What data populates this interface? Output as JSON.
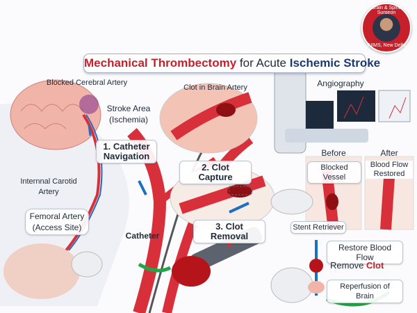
{
  "badge": {
    "top_text": "Brain & Spine Surgeon",
    "bottom_text": "AIIMS, New Delhi"
  },
  "title": {
    "part1": "Mechanical Thrombectomy",
    "part2": " for Acute ",
    "part3": "Ischemic Stroke"
  },
  "labels": {
    "blocked_cerebral_artery": "Blocked Cerebral Artery",
    "stroke_area": "Stroke Area",
    "ischemia": "(Ischemia)",
    "clot_in_brain_artery": "Clot in Brain Artery",
    "angiography": "Angiography",
    "internal_carotid_line1": "Internnal Carotid",
    "internal_carotid_line2": "Artery",
    "femoral_line1": "Femoral Artery",
    "femoral_line2": "(Access Site)",
    "catheter": "Catheter",
    "stent_retriever": "Stent Retriever"
  },
  "steps": [
    {
      "line1": "1. Catheter",
      "line2": "Navigation"
    },
    {
      "line1": "2. Clot Capture"
    },
    {
      "line1": "3. Clot Removal"
    }
  ],
  "comparison": {
    "before": "Before",
    "before_caption": "Blocked Vessel",
    "after": "After",
    "after_caption_line1": "Blood Flow",
    "after_caption_line2": "Restored"
  },
  "flow": [
    {
      "text": "Restore Blood Flow"
    },
    {
      "text": "Remove ",
      "highlight": "Clot"
    },
    {
      "text": "Reperfusion of Brain"
    }
  ],
  "colors": {
    "accent_red": "#c8202a",
    "navy": "#1b3a73",
    "artery": "#d8303a",
    "flow_blue": "#1f6fc0",
    "arrow_green": "#23a447"
  }
}
